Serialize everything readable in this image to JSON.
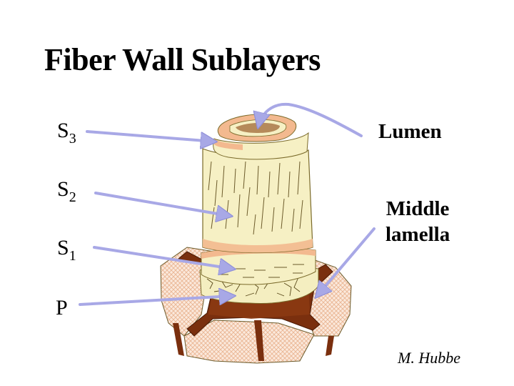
{
  "title": "Fiber Wall Sublayers",
  "left_labels": {
    "s3": {
      "main": "S",
      "sub": "3"
    },
    "s2": {
      "main": "S",
      "sub": "2"
    },
    "s1": {
      "main": "S",
      "sub": "1"
    },
    "p": {
      "main": "P",
      "sub": ""
    }
  },
  "right_labels": {
    "lumen": "Lumen",
    "middle_lamella_line1": "Middle",
    "middle_lamella_line2": "lamella"
  },
  "credit": "M. Hubbe",
  "colors": {
    "fibril_wall": "#f6f0c4",
    "layer_edge": "#f3b98f",
    "lamella": "#7a2f0e",
    "crosshatch": "#f1c9a9",
    "arrow": "#c9c9f0"
  }
}
